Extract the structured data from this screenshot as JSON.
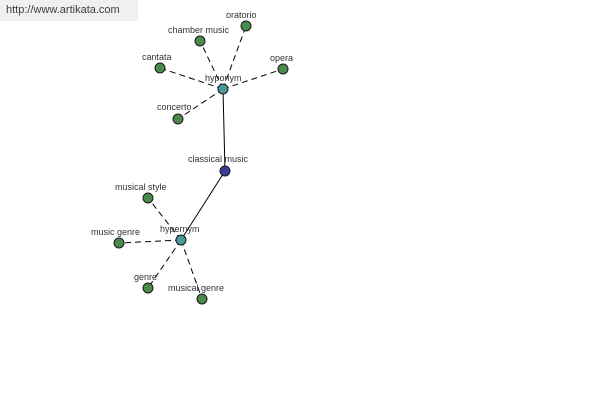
{
  "watermark": "http://www.artikata.com",
  "colors": {
    "leaf": "#4a8a4a",
    "hub": "#4a9a9a",
    "center": "#3a3a9a",
    "edge": "#000000"
  },
  "graph": {
    "nodes": [
      {
        "id": "classical_music",
        "label": "classical music",
        "kind": "center"
      },
      {
        "id": "hyponym",
        "label": "hyponym",
        "kind": "hub"
      },
      {
        "id": "hypernym",
        "label": "hypernym",
        "kind": "hub"
      },
      {
        "id": "oratorio",
        "label": "oratorio",
        "kind": "leaf"
      },
      {
        "id": "chamber_music",
        "label": "chamber music",
        "kind": "leaf"
      },
      {
        "id": "cantata",
        "label": "cantata",
        "kind": "leaf"
      },
      {
        "id": "opera",
        "label": "opera",
        "kind": "leaf"
      },
      {
        "id": "concerto",
        "label": "concerto",
        "kind": "leaf"
      },
      {
        "id": "musical_style",
        "label": "musical style",
        "kind": "leaf"
      },
      {
        "id": "music_genre",
        "label": "music genre",
        "kind": "leaf"
      },
      {
        "id": "genre",
        "label": "genre",
        "kind": "leaf"
      },
      {
        "id": "musical_genre",
        "label": "musical genre",
        "kind": "leaf"
      }
    ],
    "edges": [
      {
        "from": "classical_music",
        "to": "hyponym",
        "style": "solid"
      },
      {
        "from": "classical_music",
        "to": "hypernym",
        "style": "solid"
      },
      {
        "from": "hyponym",
        "to": "oratorio",
        "style": "dashed"
      },
      {
        "from": "hyponym",
        "to": "chamber_music",
        "style": "dashed"
      },
      {
        "from": "hyponym",
        "to": "cantata",
        "style": "dashed"
      },
      {
        "from": "hyponym",
        "to": "opera",
        "style": "dashed"
      },
      {
        "from": "hyponym",
        "to": "concerto",
        "style": "dashed"
      },
      {
        "from": "hypernym",
        "to": "musical_style",
        "style": "dashed"
      },
      {
        "from": "hypernym",
        "to": "music_genre",
        "style": "dashed"
      },
      {
        "from": "hypernym",
        "to": "genre",
        "style": "dashed"
      },
      {
        "from": "hypernym",
        "to": "musical_genre",
        "style": "dashed"
      }
    ]
  }
}
